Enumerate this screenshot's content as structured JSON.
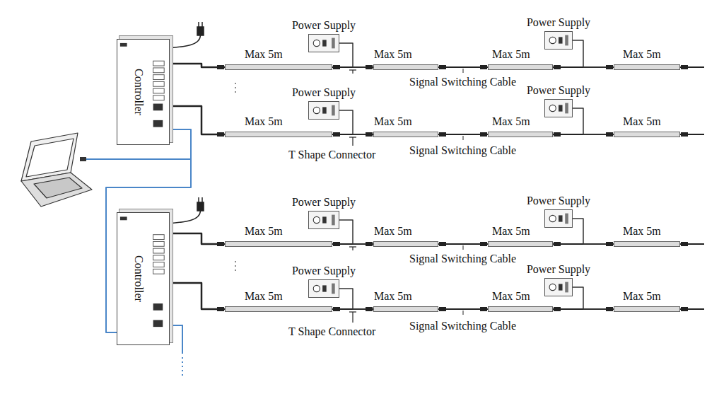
{
  "diagram": {
    "nodes": [
      {
        "text": [
          "Controller"
        ]
      },
      {
        "text": [
          "Power Supply"
        ]
      },
      {
        "text": [
          "Power Supply"
        ]
      },
      {
        "text": [
          "Max 5m"
        ]
      },
      {
        "text": [
          "Max 5m"
        ]
      },
      {
        "text": [
          "Max 5m"
        ]
      },
      {
        "text": [
          "Max 5m"
        ]
      },
      {
        "text": [
          "Power Supply"
        ]
      },
      {
        "text": [
          "Power Supply"
        ]
      },
      {
        "text": [
          "Max 5m"
        ]
      },
      {
        "text": [
          "Max 5m"
        ]
      },
      {
        "text": [
          "Max 5m"
        ]
      },
      {
        "text": [
          "Max 5m"
        ]
      },
      {
        "text": [
          "Controller"
        ]
      },
      {
        "text": [
          "Power Supply"
        ]
      },
      {
        "text": [
          "Power Supply"
        ]
      },
      {
        "text": [
          "Max 5m"
        ]
      },
      {
        "text": [
          "Max 5m"
        ]
      },
      {
        "text": [
          "Max 5m"
        ]
      },
      {
        "text": [
          "Max 5m"
        ]
      },
      {
        "text": [
          "Power Supply"
        ]
      },
      {
        "text": [
          "Power Supply"
        ]
      },
      {
        "text": [
          "Max 5m"
        ]
      },
      {
        "text": [
          "Max 5m"
        ]
      },
      {
        "text": [
          "Max 5m"
        ]
      },
      {
        "text": [
          "Max 5m"
        ]
      }
    ],
    "edges": [
      {
        "from": 0,
        "to": 3,
        "arrow": "none"
      },
      {
        "from": 3,
        "to": 4,
        "arrow": "none"
      },
      {
        "from": 4,
        "to": 5,
        "arrow": "none"
      },
      {
        "from": 5,
        "to": 6,
        "arrow": "none"
      },
      {
        "from": 1,
        "to": 4,
        "arrow": "none"
      },
      {
        "from": 2,
        "to": 6,
        "arrow": "none"
      },
      {
        "from": 0,
        "to": 9,
        "arrow": "none"
      },
      {
        "from": 9,
        "to": 10,
        "arrow": "none"
      },
      {
        "from": 10,
        "to": 11,
        "arrow": "none"
      },
      {
        "from": 11,
        "to": 12,
        "arrow": "none"
      },
      {
        "from": 7,
        "to": 10,
        "arrow": "none"
      },
      {
        "from": 8,
        "to": 12,
        "arrow": "none"
      },
      {
        "from": 0,
        "to": 13,
        "arrow": "none"
      },
      {
        "from": 13,
        "to": 16,
        "arrow": "none"
      },
      {
        "from": 16,
        "to": 17,
        "arrow": "none"
      },
      {
        "from": 17,
        "to": 18,
        "arrow": "none"
      },
      {
        "from": 18,
        "to": 19,
        "arrow": "none"
      },
      {
        "from": 14,
        "to": 17,
        "arrow": "none"
      },
      {
        "from": 15,
        "to": 19,
        "arrow": "none"
      },
      {
        "from": 13,
        "to": 22,
        "arrow": "none"
      },
      {
        "from": 22,
        "to": 23,
        "arrow": "none"
      },
      {
        "from": 23,
        "to": 24,
        "arrow": "none"
      },
      {
        "from": 24,
        "to": 25,
        "arrow": "none"
      },
      {
        "from": 20,
        "to": 23,
        "arrow": "none"
      },
      {
        "from": 21,
        "to": 25,
        "arrow": "none"
      }
    ],
    "labels": [
      "Signal Switching Cable",
      "T Shape Connector",
      "Signal Switching Cable",
      "Signal Switching Cable",
      "T Shape Connector",
      "Signal Switching Cable"
    ]
  }
}
